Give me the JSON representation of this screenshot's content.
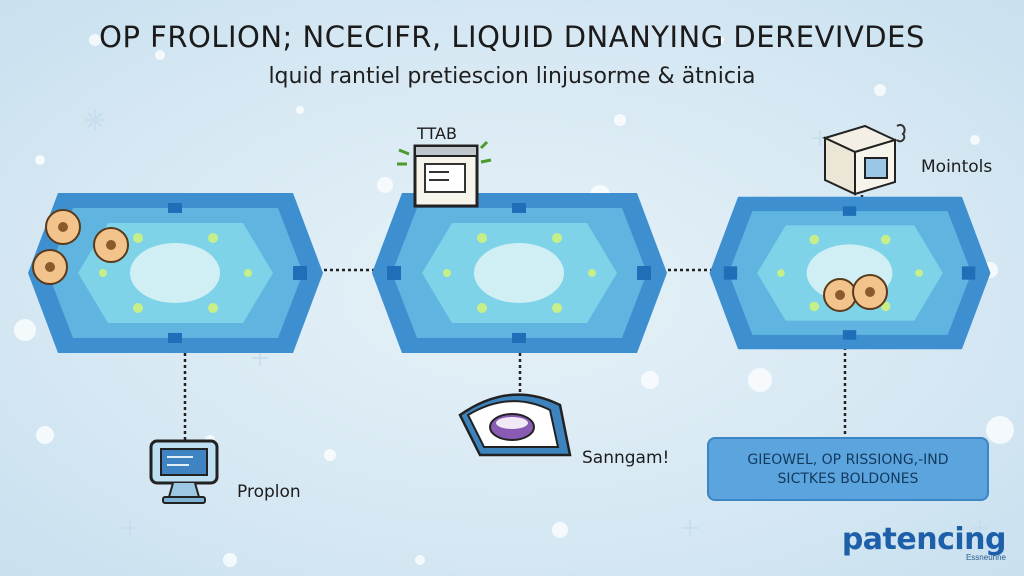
{
  "header": {
    "title": "OP FROLION; NCECIFR, LIQUID DNANYING DEREVIVDES",
    "subtitle": "lquid rantiel pretiescion linjusorme & ätnicia"
  },
  "labels": {
    "tab": "TTAB",
    "top_right": "Mointols",
    "bottom_left": "Proplon",
    "bottom_middle": "Sanngam!"
  },
  "callout": {
    "line1": "GIEOWEL, OP RISSIONG,-IND",
    "line2": "SICTKES BOLDONES"
  },
  "brand": {
    "name": "patencing",
    "tagline": "Essneunne"
  },
  "colors": {
    "crystal_outer": "#3d8fd0",
    "crystal_inner": "#7ed3e8",
    "crystal_glow": "#cfeff5",
    "connector": "#222222",
    "callout_fill": "#5ba4de",
    "brand": "#1d5fa8"
  },
  "icons": [
    "coin-icon",
    "computer-icon",
    "tab-window-icon",
    "box-icon",
    "hand-scroll-icon"
  ]
}
